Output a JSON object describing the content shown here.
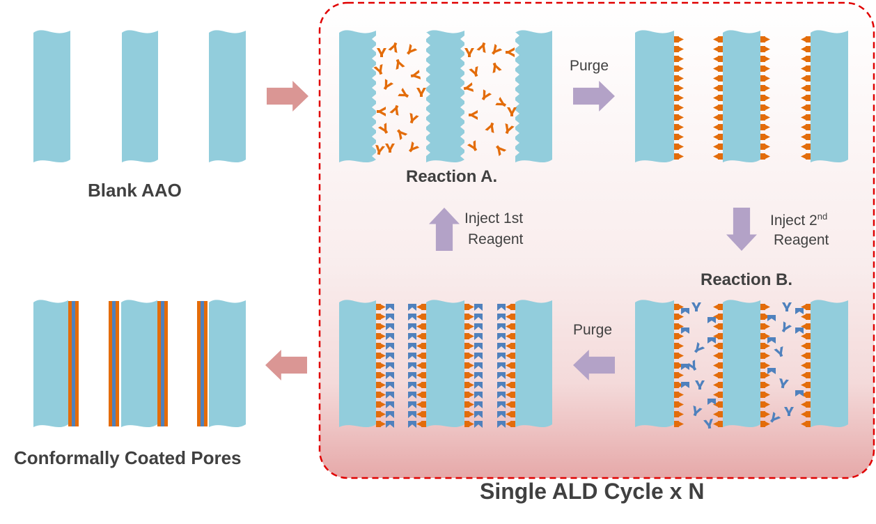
{
  "labels": {
    "blank_aao": "Blank AAO",
    "conformal": "Conformally Coated Pores",
    "cycle": "Single ALD Cycle x N",
    "reaction_a": "Reaction A.",
    "reaction_b": "Reaction B.",
    "purge_top": "Purge",
    "purge_bottom": "Purge",
    "inject1_line1": "Inject 1st",
    "inject1_line2": "Reagent",
    "inject2_line1_main": "Inject 2",
    "inject2_line1_sup": "nd",
    "inject2_line2": "Reagent"
  },
  "colors": {
    "substrate": "#92cddc",
    "reagent_a": "#e36c0a",
    "reagent_b": "#4f81bd",
    "flow_arrow": "#da9694",
    "cycle_arrow": "#b3a2c7",
    "border": "#e00000",
    "text": "#404040"
  }
}
